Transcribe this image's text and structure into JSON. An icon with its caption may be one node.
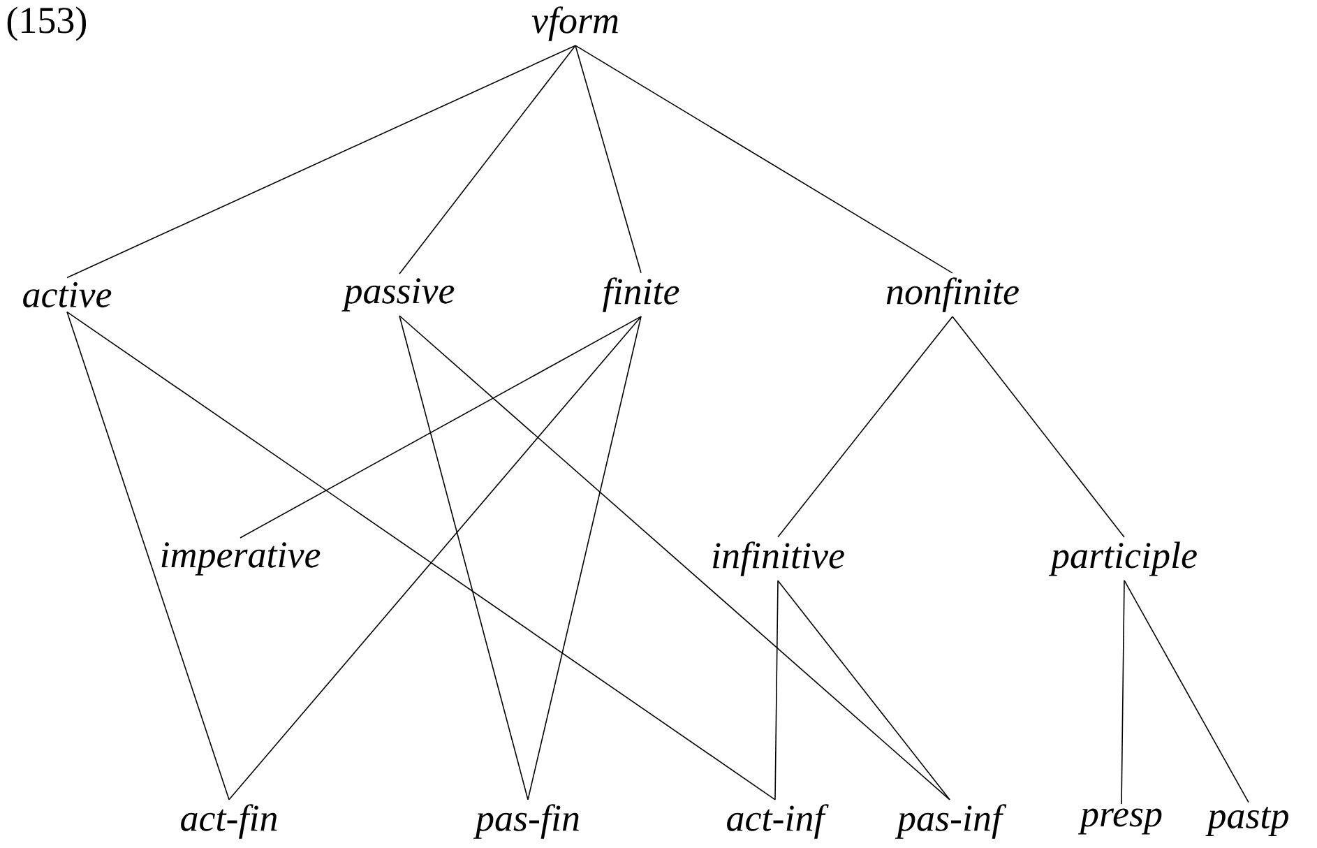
{
  "diagram": {
    "nodes": [
      {
        "text": [
          "vform"
        ]
      },
      {
        "text": [
          "active"
        ]
      },
      {
        "text": [
          "passive"
        ]
      },
      {
        "text": [
          "finite"
        ]
      },
      {
        "text": [
          "nonfinite"
        ]
      },
      {
        "text": [
          "imperative"
        ]
      },
      {
        "text": [
          "infinitive"
        ]
      },
      {
        "text": [
          "participle"
        ]
      },
      {
        "text": [
          "act-fin"
        ]
      },
      {
        "text": [
          "pas-fin"
        ]
      },
      {
        "text": [
          "act-inf"
        ]
      },
      {
        "text": [
          "pas-inf"
        ]
      },
      {
        "text": [
          "presp"
        ]
      },
      {
        "text": [
          "pastp"
        ]
      }
    ],
    "edges": [
      {
        "from": 0,
        "to": 1,
        "arrow": "none"
      },
      {
        "from": 0,
        "to": 2,
        "arrow": "none"
      },
      {
        "from": 0,
        "to": 3,
        "arrow": "none"
      },
      {
        "from": 0,
        "to": 4,
        "arrow": "none"
      },
      {
        "from": 1,
        "to": 8,
        "arrow": "none"
      },
      {
        "from": 1,
        "to": 10,
        "arrow": "none"
      },
      {
        "from": 2,
        "to": 9,
        "arrow": "none"
      },
      {
        "from": 2,
        "to": 11,
        "arrow": "none"
      },
      {
        "from": 3,
        "to": 5,
        "arrow": "none"
      },
      {
        "from": 3,
        "to": 8,
        "arrow": "none"
      },
      {
        "from": 3,
        "to": 9,
        "arrow": "none"
      },
      {
        "from": 4,
        "to": 6,
        "arrow": "none"
      },
      {
        "from": 4,
        "to": 7,
        "arrow": "none"
      },
      {
        "from": 6,
        "to": 10,
        "arrow": "none"
      },
      {
        "from": 6,
        "to": 11,
        "arrow": "none"
      },
      {
        "from": 7,
        "to": 12,
        "arrow": "none"
      },
      {
        "from": 7,
        "to": 13,
        "arrow": "none"
      }
    ],
    "labels": [
      "(153)"
    ]
  }
}
